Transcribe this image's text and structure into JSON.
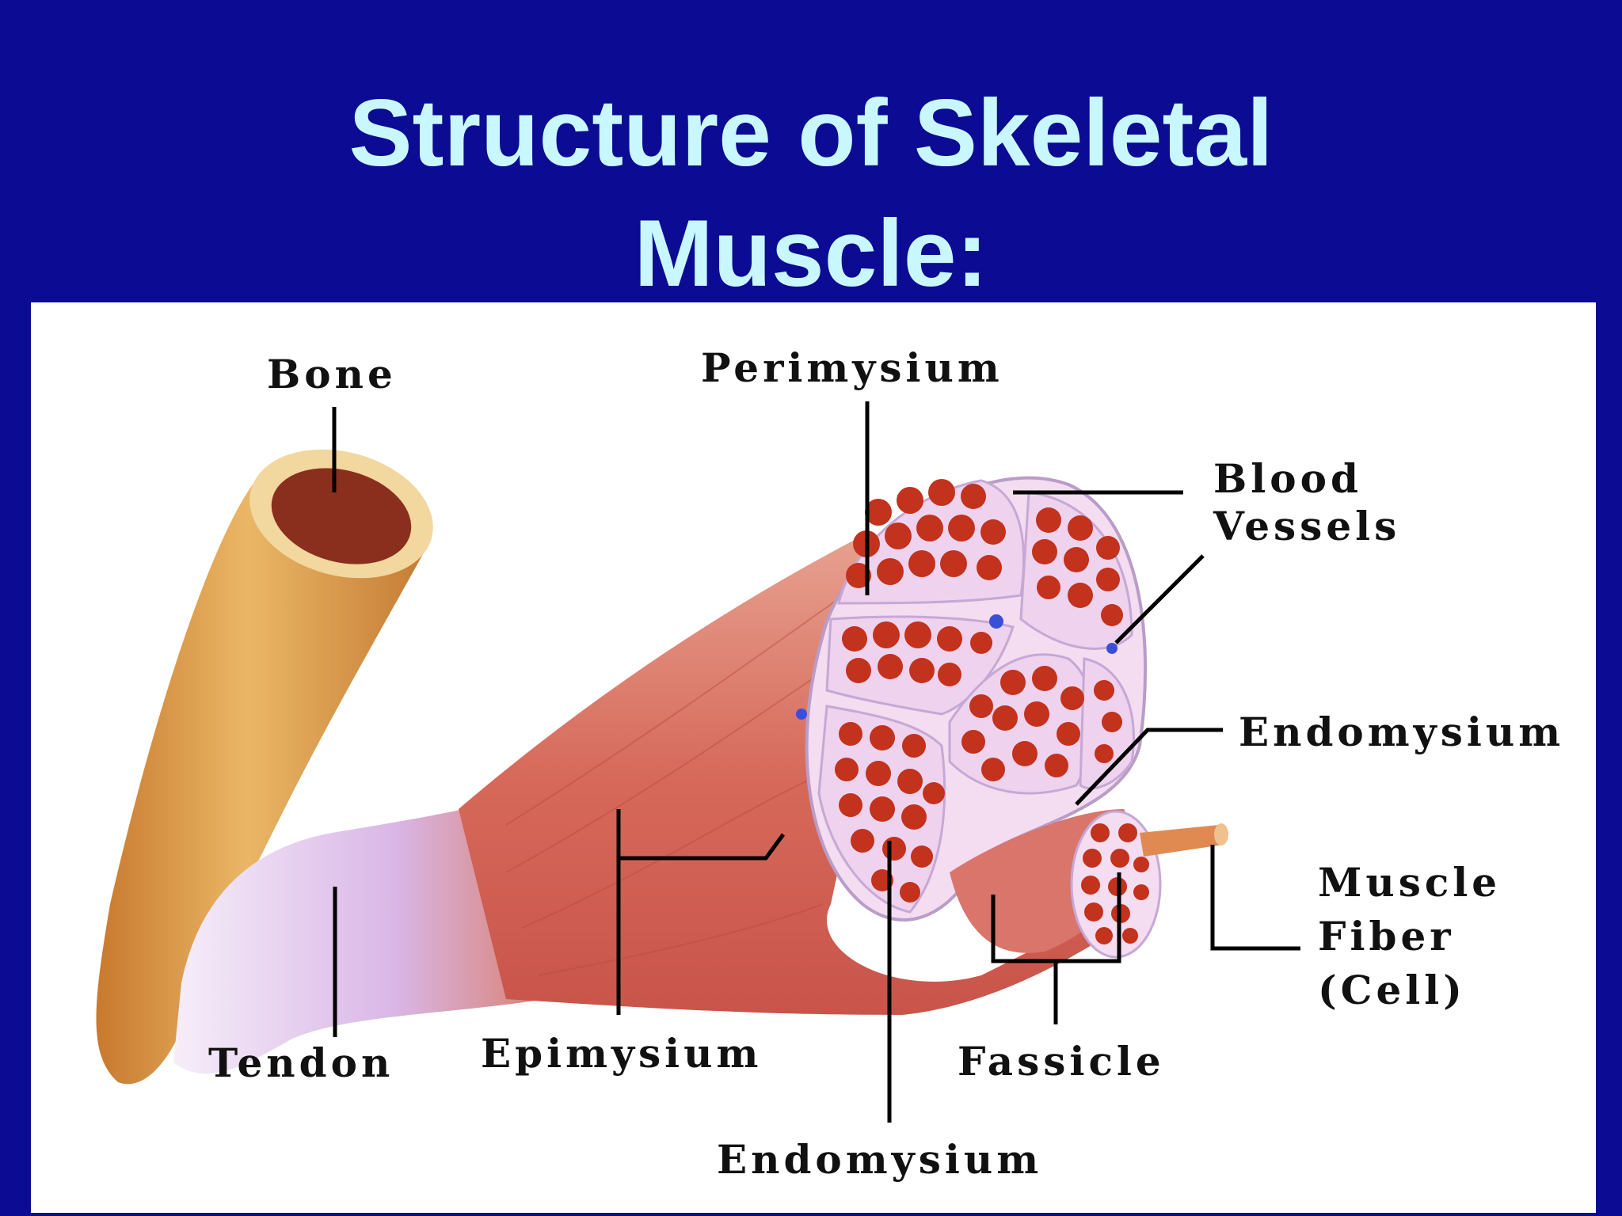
{
  "slide": {
    "title_line1": "Structure of Skeletal",
    "title_line2": "Muscle:"
  },
  "labels": {
    "bone": "Bone",
    "perimysium": "Perimysium",
    "blood_vessels_line1": "Blood",
    "blood_vessels_line2": "Vessels",
    "endomysium_right": "Endomysium",
    "muscle_fiber_line1": "Muscle",
    "muscle_fiber_line2": "Fiber",
    "muscle_fiber_line3": "(Cell)",
    "tendon": "Tendon",
    "epimysium": "Epimysium",
    "fassicle": "Fassicle",
    "endomysium_bottom": "Endomysium"
  },
  "colors": {
    "background": "#0b0b93",
    "title": "#c9f7ff",
    "muscle": "#d76a5c",
    "bone": "#e0a24d",
    "tendon": "#d9b2e6",
    "fiber": "#c2321c",
    "membrane": "#f0d6ee",
    "vessel": "#3a4fd8"
  }
}
